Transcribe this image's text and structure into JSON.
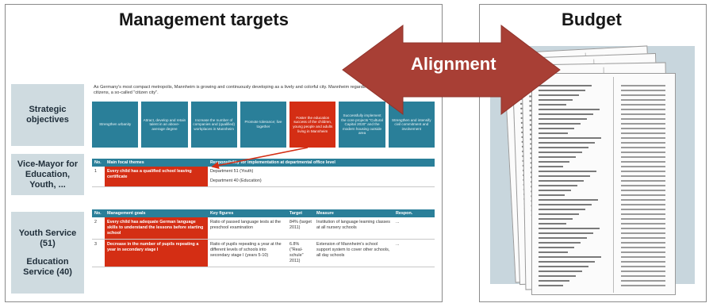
{
  "left_panel": {
    "title": "Management targets",
    "side_labels": {
      "strategic": "Strategic objectives",
      "vice_mayor": "Vice-Mayor for Education, Youth, ...",
      "youth_service": "Youth Service (51)",
      "education_service": "Education Service (40)"
    },
    "intro": "As Germany's most compact metropolis, Mannheim is growing and continuously developing as a lively and colorful city. Mannheim regards itself as a city of active citizens, a so-called \"citizen city\".",
    "objectives": [
      {
        "text": "Strengthen urbanity",
        "highlight": false
      },
      {
        "text": "Attract, develop and retain talent in an above-average degree",
        "highlight": false
      },
      {
        "text": "Increase the number of companies and (qualified) workplaces in Mannheim",
        "highlight": false
      },
      {
        "text": "Promote tolerance; live together",
        "highlight": false
      },
      {
        "text": "Foster the education success of the children, young people and adults living in Mannheim",
        "highlight": true
      },
      {
        "text": "Successfully implement the core projects \"Cultural Capital 2020\" and the modern housing outside area",
        "highlight": false
      },
      {
        "text": "Strengthen and intensify civil commitment and involvement",
        "highlight": false
      }
    ],
    "vice_table": {
      "headers": [
        "No.",
        "Main focal themes",
        "Responsibility for implementation at departmental office level"
      ],
      "rows": [
        {
          "no": "1",
          "theme": "Every child has a qualified school leaving certificate",
          "resp": [
            "Department 51 (Youth)",
            "Department 40 (Education)"
          ]
        }
      ]
    },
    "management_table": {
      "headers": [
        "No.",
        "Management goals",
        "Key figures",
        "Target",
        "Measure",
        "Respon."
      ],
      "rows": [
        {
          "no": "2",
          "goal": "Every child has adequate German language skills to understand the lessons before starting school",
          "key": "Ratio of passed language tests at the preschool examination",
          "target": "84% (target 2011)",
          "measure": "Institution of language learning classes at all nursery schools",
          "resp": "..."
        },
        {
          "no": "3",
          "goal": "Decrease in the number of pupils repeating a year in secondary stage I",
          "key": "Ratio of pupils repeating a year at the different levels of schools into secondary stage I (years 5-10)",
          "target": "6.8% (\"Real-schule\" 2011)",
          "measure": "Extension of Mannheim's school support system to cover other schools, all day schools",
          "resp": "..."
        }
      ]
    }
  },
  "right_panel": {
    "title": "Budget"
  },
  "arrow": {
    "label": "Alignment",
    "color": "#a83f35"
  }
}
